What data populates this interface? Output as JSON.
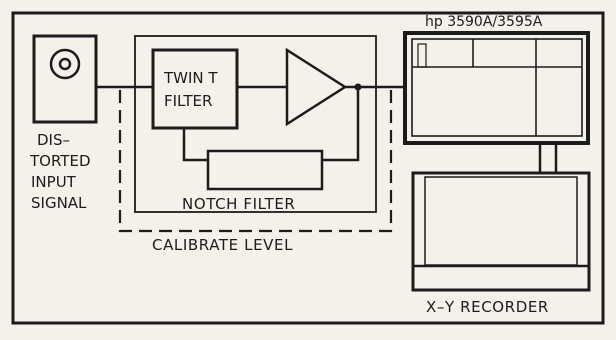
{
  "blocks": {
    "twin_t_line1": "TWIN T",
    "twin_t_line2": "FILTER",
    "notch_filter": "NOTCH FILTER",
    "calibrate_level": "CALIBRATE LEVEL",
    "analyzer": "hp 3590A/3595A",
    "recorder": "X–Y RECORDER"
  },
  "input_signal": {
    "line1": "DIS–",
    "line2": "TORTED",
    "line3": "INPUT",
    "line4": "SIGNAL"
  },
  "colors": {
    "ink": "#1c1c1c",
    "paper": "#f4f1ea"
  }
}
